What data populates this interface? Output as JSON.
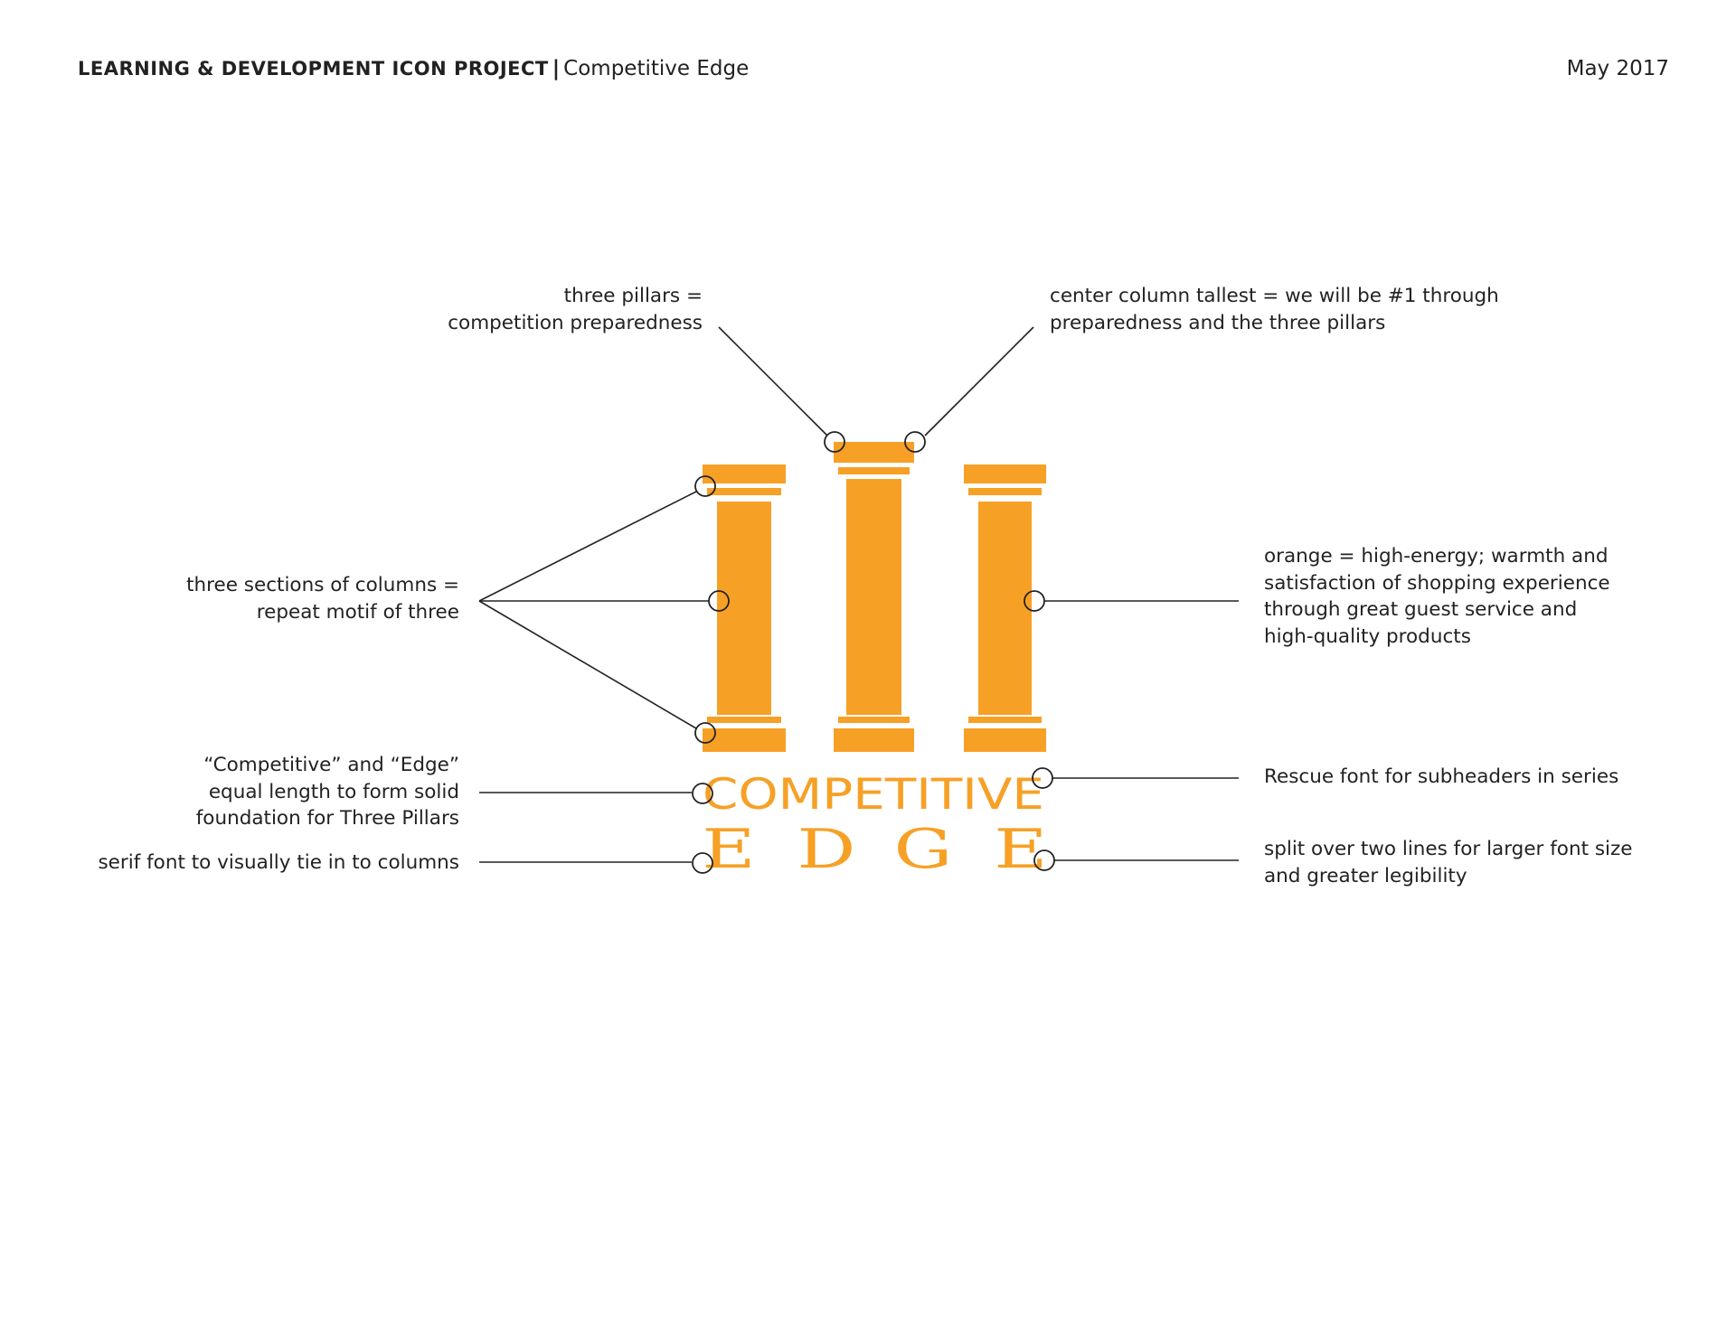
{
  "header": {
    "project_title": "LEARNING & DEVELOPMENT ICON PROJECT",
    "separator": "|",
    "subtitle": "Competitive Edge",
    "date": "May 2017"
  },
  "logo": {
    "word_line1": "COMPETITIVE",
    "word_line2_letters": [
      "E",
      "D",
      "G",
      "E"
    ],
    "color": "#F7A026"
  },
  "annotations": {
    "three_pillars": [
      "three pillars =",
      "competition preparedness"
    ],
    "center_column": [
      "center column tallest = we will be #1 through",
      "preparedness and the three pillars"
    ],
    "three_sections": [
      "three sections of columns =",
      "repeat motif of three"
    ],
    "orange": [
      "orange = high-energy; warmth and",
      "satisfaction of shopping experience",
      "through great guest service and",
      "high-quality products"
    ],
    "equal_length": [
      "“Competitive” and “Edge”",
      "equal length to form solid",
      "foundation for Three Pillars"
    ],
    "rescue_font": [
      "Rescue font for subheaders in series"
    ],
    "serif_font": [
      "serif font to visually tie in to columns"
    ],
    "split_lines": [
      "split over two lines for larger font size",
      "and greater legibility"
    ]
  },
  "colors": {
    "line": "#222222",
    "text": "#222222",
    "background": "#ffffff"
  },
  "icons": [
    "pillar-icon",
    "callout-circle-icon"
  ]
}
